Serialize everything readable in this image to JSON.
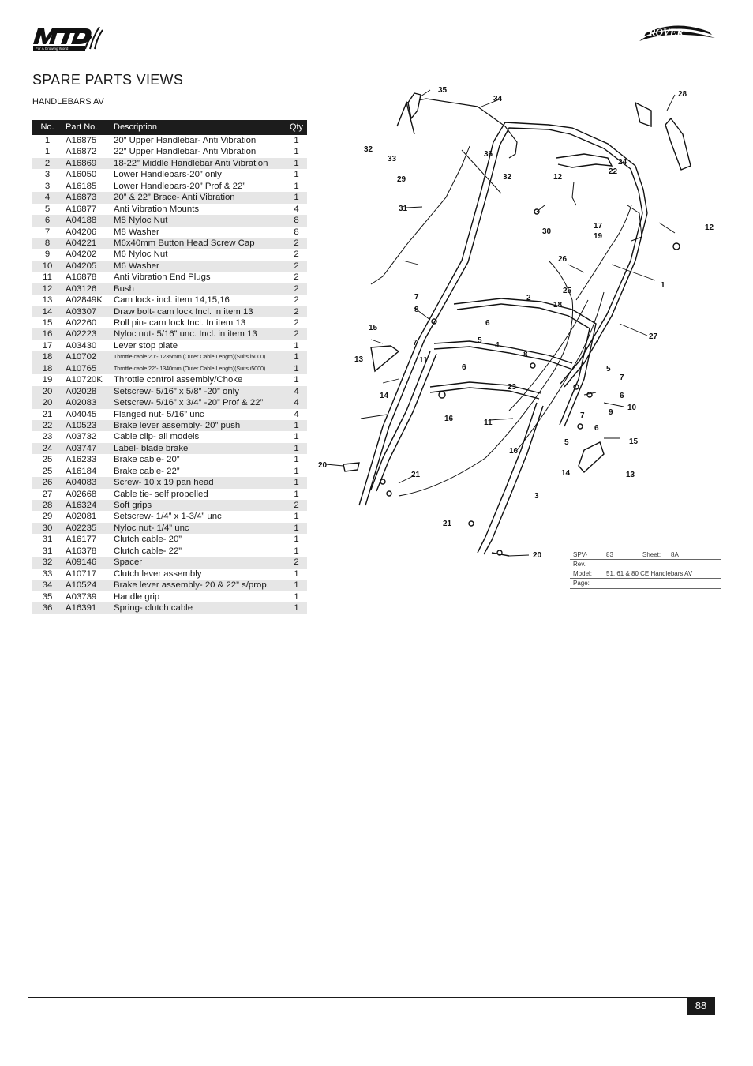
{
  "header": {
    "brand_left": "MTD",
    "brand_left_tagline": "For A Growing World",
    "brand_right": "ROVER"
  },
  "page": {
    "title": "SPARE PARTS VIEWS",
    "subtitle": "HANDLEBARS AV",
    "number": "88"
  },
  "table": {
    "headers": [
      "No.",
      "Part No.",
      "Description",
      "Qty"
    ],
    "rows": [
      {
        "no": "1",
        "part": "A16875",
        "desc": "20” Upper Handlebar- Anti Vibration",
        "qty": "1"
      },
      {
        "no": "1",
        "part": "A16872",
        "desc": "22” Upper Handlebar- Anti Vibration",
        "qty": "1"
      },
      {
        "no": "2",
        "part": "A16869",
        "desc": "18-22” Middle Handlebar Anti Vibration",
        "qty": "1"
      },
      {
        "no": "3",
        "part": "A16050",
        "desc": "Lower Handlebars-20” only",
        "qty": "1"
      },
      {
        "no": "3",
        "part": "A16185",
        "desc": "Lower Handlebars-20” Prof & 22”",
        "qty": "1"
      },
      {
        "no": "4",
        "part": "A16873",
        "desc": "20” & 22” Brace- Anti Vibration",
        "qty": "1"
      },
      {
        "no": "5",
        "part": "A16877",
        "desc": "Anti Vibration Mounts",
        "qty": "4"
      },
      {
        "no": "6",
        "part": "A04188",
        "desc": "M8 Nyloc Nut",
        "qty": "8"
      },
      {
        "no": "7",
        "part": "A04206",
        "desc": "M8 Washer",
        "qty": "8"
      },
      {
        "no": "8",
        "part": "A04221",
        "desc": "M6x40mm Button Head Screw Cap",
        "qty": "2"
      },
      {
        "no": "9",
        "part": "A04202",
        "desc": "M6 Nyloc Nut",
        "qty": "2"
      },
      {
        "no": "10",
        "part": "A04205",
        "desc": "M6 Washer",
        "qty": "2"
      },
      {
        "no": "11",
        "part": "A16878",
        "desc": "Anti Vibration End Plugs",
        "qty": "2"
      },
      {
        "no": "12",
        "part": "A03126",
        "desc": "Bush",
        "qty": "2"
      },
      {
        "no": "13",
        "part": "A02849K",
        "desc": "Cam lock- incl. item 14,15,16",
        "qty": "2"
      },
      {
        "no": "14",
        "part": "A03307",
        "desc": "Draw bolt- cam lock Incl. in item 13",
        "qty": "2"
      },
      {
        "no": "15",
        "part": "A02260",
        "desc": "Roll pin- cam lock Incl. In item 13",
        "qty": "2"
      },
      {
        "no": "16",
        "part": "A02223",
        "desc": "Nyloc nut- 5/16” unc. Incl. in item 13",
        "qty": "2"
      },
      {
        "no": "17",
        "part": "A03430",
        "desc": "Lever stop plate",
        "qty": "1"
      },
      {
        "no": "18",
        "part": "A10702",
        "desc": "Throttle cable 20”- 1235mm (Outer Cable Length)(Suits i5000)",
        "qty": "1",
        "small": true
      },
      {
        "no": "18",
        "part": "A10765",
        "desc": "Throttle cable 22”- 1340mm (Outer Cable Length)(Suits i5000)",
        "qty": "1",
        "small": true
      },
      {
        "no": "19",
        "part": "A10720K",
        "desc": "Throttle control assembly/Choke",
        "qty": "1"
      },
      {
        "no": "20",
        "part": "A02028",
        "desc": "Setscrew- 5/16” x 5/8” -20” only",
        "qty": "4"
      },
      {
        "no": "20",
        "part": "A02083",
        "desc": "Setscrew- 5/16” x 3/4” -20” Prof & 22”",
        "qty": "4"
      },
      {
        "no": "21",
        "part": "A04045",
        "desc": "Flanged nut- 5/16” unc",
        "qty": "4"
      },
      {
        "no": "22",
        "part": "A10523",
        "desc": "Brake lever assembly- 20” push",
        "qty": "1"
      },
      {
        "no": "23",
        "part": "A03732",
        "desc": "Cable clip- all models",
        "qty": "1"
      },
      {
        "no": "24",
        "part": "A03747",
        "desc": "Label- blade brake",
        "qty": "1"
      },
      {
        "no": "25",
        "part": "A16233",
        "desc": "Brake cable- 20”",
        "qty": "1"
      },
      {
        "no": "25",
        "part": "A16184",
        "desc": "Brake cable- 22”",
        "qty": "1"
      },
      {
        "no": "26",
        "part": "A04083",
        "desc": "Screw- 10 x 19 pan head",
        "qty": "1"
      },
      {
        "no": "27",
        "part": "A02668",
        "desc": "Cable tie- self propelled",
        "qty": "1"
      },
      {
        "no": "28",
        "part": "A16324",
        "desc": "Soft grips",
        "qty": "2"
      },
      {
        "no": "29",
        "part": "A02081",
        "desc": "Setscrew- 1/4” x 1-3/4” unc",
        "qty": "1"
      },
      {
        "no": "30",
        "part": "A02235",
        "desc": "Nyloc nut- 1/4” unc",
        "qty": "1"
      },
      {
        "no": "31",
        "part": "A16177",
        "desc": "Clutch cable- 20”",
        "qty": "1"
      },
      {
        "no": "31",
        "part": "A16378",
        "desc": "Clutch cable- 22”",
        "qty": "1"
      },
      {
        "no": "32",
        "part": "A09146",
        "desc": "Spacer",
        "qty": "2"
      },
      {
        "no": "33",
        "part": "A10717",
        "desc": "Clutch lever assembly",
        "qty": "1"
      },
      {
        "no": "34",
        "part": "A10524",
        "desc": "Brake lever assembly- 20 & 22” s/prop.",
        "qty": "1"
      },
      {
        "no": "35",
        "part": "A03739",
        "desc": "Handle grip",
        "qty": "1"
      },
      {
        "no": "36",
        "part": "A16391",
        "desc": "Spring- clutch cable",
        "qty": "1"
      }
    ]
  },
  "diagram": {
    "callouts": [
      "35",
      "34",
      "28",
      "32",
      "33",
      "36",
      "24",
      "22",
      "12",
      "29",
      "32",
      "30",
      "31",
      "17",
      "19",
      "12",
      "26",
      "1",
      "25",
      "18",
      "2",
      "27",
      "8",
      "7",
      "6",
      "15",
      "13",
      "5",
      "4",
      "11",
      "7",
      "6",
      "8",
      "5",
      "7",
      "6",
      "23",
      "10",
      "9",
      "14",
      "16",
      "11",
      "7",
      "6",
      "15",
      "16",
      "5",
      "13",
      "14",
      "20",
      "21",
      "3",
      "21",
      "20"
    ],
    "title_block": {
      "spv_label": "SPV-",
      "spv_value": "83",
      "sheet_label": "Sheet:",
      "sheet_value": "8A",
      "rev_label": "Rev.",
      "model_label": "Model:",
      "model_value": "51, 61 & 80 CE Handlebars AV",
      "page_label": "Page:"
    }
  },
  "colors": {
    "header_bg": "#1c1c1c",
    "alt_row_bg": "#e6e6e6",
    "text": "#1a1a1a"
  }
}
